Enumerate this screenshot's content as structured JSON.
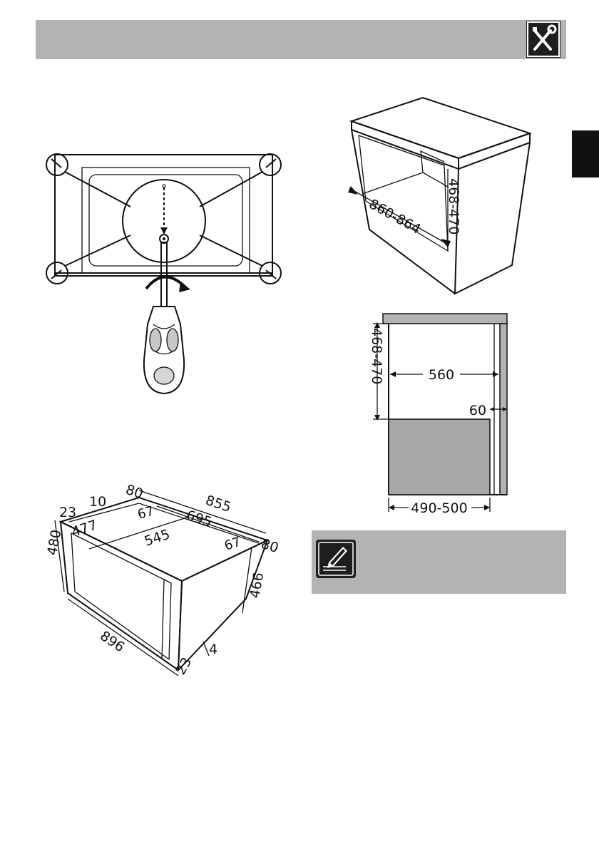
{
  "header": {
    "icon": "wrench-screwdriver-icon",
    "color": "#b3b3b3"
  },
  "side_tab": {
    "color": "#111111"
  },
  "fig_fixing": {
    "icons": [
      "screwdriver-icon",
      "rotate-arrow-icon",
      "magnifier-circle"
    ]
  },
  "fig_cabinet": {
    "width_range": "860-864",
    "height_range": "468-470"
  },
  "fig_section": {
    "height_range": "468-470",
    "depth_inner": "560",
    "rear_gap": "60",
    "appliance_depth": "490-500",
    "fill_color": "#a8a8a8"
  },
  "fig_appliance": {
    "d_23_top": "23",
    "d_10": "10",
    "d_80_top": "80",
    "d_855": "855",
    "d_477": "477",
    "d_67_left": "67",
    "d_695": "695",
    "d_545": "545",
    "d_67_right": "67",
    "d_80_right": "80",
    "d_480": "480",
    "d_466": "466",
    "d_896": "896",
    "d_4": "4",
    "d_23_bottom": "23"
  },
  "note": {
    "icon": "pencil-note-icon",
    "color": "#b3b3b3"
  }
}
